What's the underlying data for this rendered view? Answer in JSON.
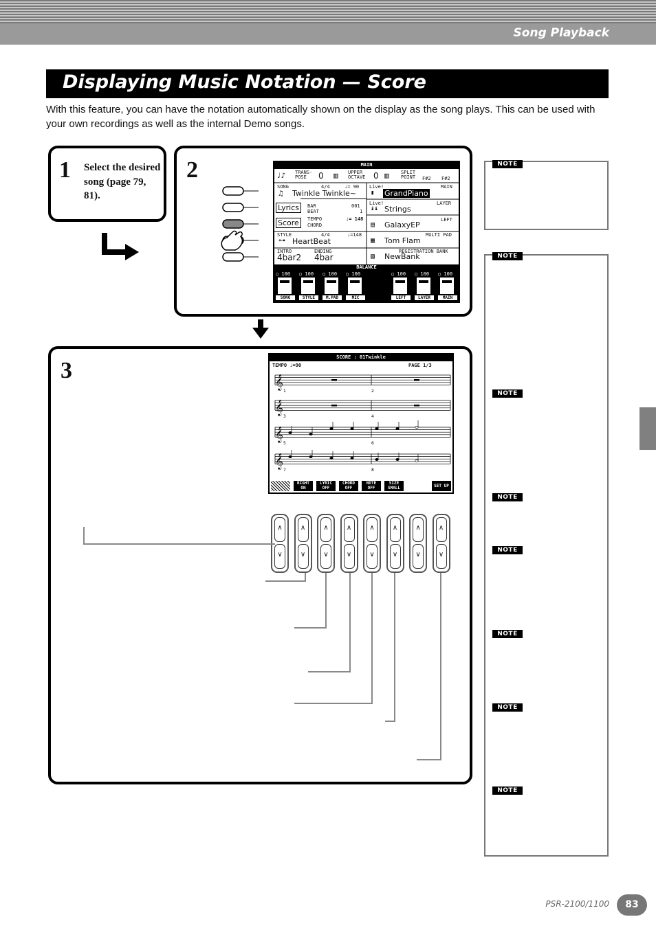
{
  "header": {
    "section": "Song Playback"
  },
  "title": "Displaying Music Notation — Score",
  "intro": "With this feature, you can have the notation automatically shown on the display as the song plays. This can be used with your own recordings as well as the internal Demo songs.",
  "step1": {
    "number": "1",
    "text": "Select the desired song (page 79, 81)."
  },
  "step2": {
    "number": "2"
  },
  "step3": {
    "number": "3"
  },
  "note_label": "NOTE",
  "main_display": {
    "header": "MAIN",
    "top": {
      "transpose_label": "TRANS-\nPOSE",
      "transpose_value": "0",
      "upper_octave_label": "UPPER\nOCTAVE",
      "upper_octave_value": "0",
      "split_label": "SPLIT\nPOINT",
      "split_value": "F#2",
      "split_value2": "F#2"
    },
    "song": {
      "label": "SONG",
      "time": "4/4",
      "tempo": "♩= 90",
      "name": "Twinkle Twinkle~"
    },
    "lyrics_btn": "Lyrics",
    "score_btn": "Score",
    "bar": {
      "bar_label": "BAR",
      "bar_value": "001",
      "beat_label": "BEAT",
      "beat_value": "1",
      "tempo_label": "TEMPO",
      "tempo_value": "♩= 148",
      "chord_label": "CHORD"
    },
    "style": {
      "label": "STYLE",
      "time": "4/4",
      "tempo": "♩=148",
      "name": "HeartBeat"
    },
    "intro": {
      "label": "INTRO",
      "value": "4bar2"
    },
    "ending": {
      "label": "ENDING",
      "value": "4bar"
    },
    "voices": [
      {
        "tag": "Live!",
        "part": "MAIN",
        "name": "GrandPiano"
      },
      {
        "tag": "Live!",
        "part": "LAYER",
        "name": "Strings"
      },
      {
        "tag": "",
        "part": "LEFT",
        "name": "GalaxyEP"
      }
    ],
    "multipad": {
      "label": "MULTI PAD",
      "name": "Tom Flam"
    },
    "regbank": {
      "label": "REGISTRATION BANK",
      "name": "NewBank"
    },
    "balance": {
      "label": "BALANCE",
      "value": "100",
      "channels": [
        "SONG",
        "STYLE",
        "M.PAD",
        "MIC",
        "LEFT",
        "LAYER",
        "MAIN"
      ]
    }
  },
  "score_display": {
    "header": "SCORE : 01Twinkle",
    "tempo": "TEMPO ♩=90",
    "page": "PAGE 1/3",
    "bar_numbers": [
      "1",
      "2",
      "3",
      "4",
      "5",
      "6",
      "7",
      "8"
    ],
    "buttons": [
      {
        "top": "RIGHT",
        "bottom": "ON"
      },
      {
        "top": "LYRIC",
        "bottom": "OFF"
      },
      {
        "top": "CHORD",
        "bottom": "OFF"
      },
      {
        "top": "NOTE",
        "bottom": "OFF"
      },
      {
        "top": "SIZE",
        "bottom": "SMALL"
      }
    ],
    "setup": "SET UP"
  },
  "footer": {
    "model": "PSR-2100/1100",
    "page": "83"
  }
}
